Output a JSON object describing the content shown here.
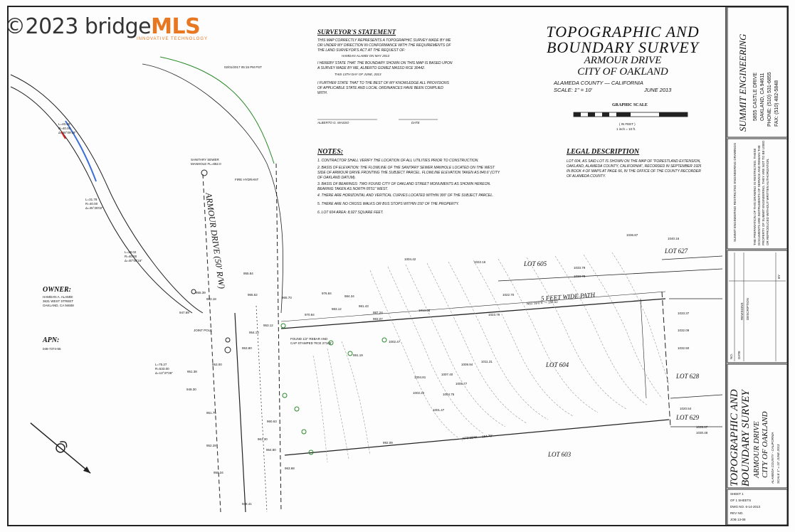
{
  "watermark": {
    "text_prefix": "©2023 bridge",
    "text_mls": "MLS",
    "sub": "INNOVATIVE TECHNOLOGY"
  },
  "timestamp": "02/01/2017 05:15 PM PST",
  "surveyor": {
    "heading": "SURVEYOR'S STATEMENT",
    "text1": "THIS MAP CORRECTLY REPRESENTS A TOPOGRAPHIC SURVEY MADE BY ME OR UNDER MY DIRECTION IN CONFORMANCE WITH THE REQUIREMENTS OF THE LAND SURVEYOR'S ACT AT THE REQUEST OF:",
    "client_line": "HAMDAN ALAMDI          ON  MAY 2013",
    "text2": "I HEREBY STATE THAT THE BOUNDARY SHOWN ON THIS MAP IS BASED UPON A SURVEY MADE BY ME, ALBERTO GOMEZ MASSO RCE 30442.",
    "date_line": "THIS 13TH DAY OF JUNE, 2013",
    "text3": "I FURTHER STATE THAT TO THE BEST OF MY KNOWLEDGE ALL PROVISIONS OF APPLICABLE STATE AND LOCAL ORDINANCES HAVE BEEN COMPLIED WITH.",
    "sig_name": "ALBERTO G. MASSO",
    "sig_date": "DATE"
  },
  "title": {
    "line1": "TOPOGRAPHIC AND",
    "line2": "BOUNDARY SURVEY",
    "line3": "ARMOUR DRIVE",
    "line4": "CITY OF OAKLAND",
    "county": "ALAMEDA COUNTY  —  CALIFORNIA",
    "scale": "SCALE: 1\" = 10'",
    "date": "JUNE 2013",
    "graphic_scale": "GRAPHIC SCALE",
    "graphic_scale_unit1": "( IN FEET )",
    "graphic_scale_unit2": "1 inch = 10 ft."
  },
  "notes": {
    "heading": "NOTES:",
    "items": [
      "1.   CONTRACTOR SHALL VERIFY THE LOCATION OF ALL UTILITIES PRIOR TO CONSTRUCTION.",
      "2.   BASIS OF ELEVATION:  THE FLOWLINE OF THE SANITARY SEWER MANHOLE LOCATED ON THE WEST SIDE OF ARMOUR DRIVE FRONTING THE SUBJECT PARCEL.  FLOWLINE ELEVATION TAKEN AS 840.6' (CITY OF OAKLAND DATUM).",
      "3.   BASIS OF BEARINGS:  TWO FOUND CITY OF OAKLAND STREET MONUMENTS AS SHOWN HEREON. BEARING TAKEN AS NORTH 05'51\" WEST.",
      "4.   THERE ARE HORIZONTAL AND VERTICAL CURVES LOCATED WITHIN 300' OF THE SUBJECT PARCEL.",
      "5.   THERE ARE NO CROSS WALKS OR BUS STOPS WITHIN 150' OF THE PROPERTY.",
      "6.   LOT 604 AREA: 8,927 SQUARE FEET."
    ]
  },
  "legal": {
    "heading": "LEGAL DESCRIPTION",
    "text": "LOT 604, AS SAID LOT IS SHOWN ON THE MAP OF \"FORESTLAND EXTENSION, OAKLAND, ALAMEDA COUNTY, CALIFORNIA\", RECORDED IN SEPTEMBER 1925 IN BOOK 4 OF MAPS AT PAGE 66, IN THE OFFICE OF THE COUNTY RECORDER OF ALAMEDA COUNTY."
  },
  "owner": {
    "heading": "OWNER:",
    "name": "HAMDAN A. ALAMDI",
    "addr1": "3631 WEST STREET",
    "addr2": "OAKLAND, CA 94608"
  },
  "apn": {
    "heading": "APN:",
    "value": "048-7374-55"
  },
  "plan": {
    "street": "ARMOUR DRIVE (50' R/W)",
    "path": "5 FEET WIDE PATH",
    "lots": [
      "LOT 605",
      "LOT 604",
      "LOT 603",
      "LOT 627",
      "LOT 628",
      "LOT 629"
    ],
    "bearing_top": "N81°39'0\"E  — 152.52'",
    "bearing_bottom": "N73°35'W  —  164.78'",
    "manhole_top": "SANITARY SEWER MANHOLE FL=852.0",
    "hydrant": "FIRE HYDRANT",
    "joint_pole": "JOINT POLE",
    "found_rebar": "FOUND 1/2\" REBAR AND CAP STAMPED 'RCE 27165'",
    "curve1": "L=40.60 R=40.00 Δ=58°09'18\"",
    "curve2": "L=31.78 R=40.00 Δ=45°25'02\"",
    "curve3": "L=28.02 R=40.00 Δ=40°08'16\"",
    "curve4": "L=75.27 R=533.00 Δ=13°37'26\"",
    "elevations": [
      "1004.42",
      "1022.16",
      "1033.79",
      "1036.87",
      "1040.16",
      "1033.78",
      "1022.70",
      "1013.08",
      "1023.79",
      "1033.37",
      "1032.09",
      "1032.50",
      "1004.81",
      "1007.40",
      "1011.31",
      "1009.94",
      "1002.47",
      "991.19",
      "1005.77",
      "1002.22",
      "1001.47",
      "1004.75",
      "1020.54",
      "1035.07",
      "1030.48",
      "992.09",
      "983.12",
      "976.84",
      "984.34",
      "981.43",
      "987.24",
      "983.07",
      "965.52",
      "965.70",
      "970.84",
      "955.84",
      "955.39",
      "953.18",
      "947.69",
      "953.12",
      "954.13",
      "953.80",
      "953.00",
      "951.38",
      "949.30",
      "951.75",
      "952.28",
      "950.34",
      "948.41",
      "960.63",
      "964.80",
      "961.30",
      "963.68"
    ]
  },
  "titleblock": {
    "firm": "SUMMIT ENGINEERING",
    "addr1": "5855 CASTLE DRIVE",
    "addr2": "OAKLAND, CA 94611",
    "phone": "PHONE: (510) 531-6855",
    "fax": "FAX: (510) 482-5848",
    "restriction": "THE PREPARATION OF THIS DRAWING IS RESTRICTED. THESE DOCUMENTS ARE INSTRUMENTS OF SERVICE AND REMAIN THE PROPERTY OF SUMMIT ENGINEERING. THEY ARE NOT TO BE USED OR REPRODUCED WITHOUT WRITTEN AUTHORIZATION.",
    "restriction_head": "SUMMIT ENGINEERING RESTRICTED ENGINEERING DRAWINGS",
    "revisions": "REVISIONS",
    "rev_cols": [
      "NO.",
      "DATE",
      "DESCRIPTION",
      "BY"
    ],
    "title_vertical": [
      "TOPOGRAPHIC AND",
      "BOUNDARY SURVEY",
      "ARMOUR DRIVE",
      "CITY OF OAKLAND",
      "ALAMEDA COUNTY  -  CALIFORNIA",
      "SCALE 1\" = 10'     JUNE 2013"
    ],
    "sheet": "SHEET 1",
    "of": "OF 1  SHEETS",
    "dwg": "DWG NO. 6-14-2013",
    "revno": "REV NO.",
    "job": "JOB  13-08"
  }
}
